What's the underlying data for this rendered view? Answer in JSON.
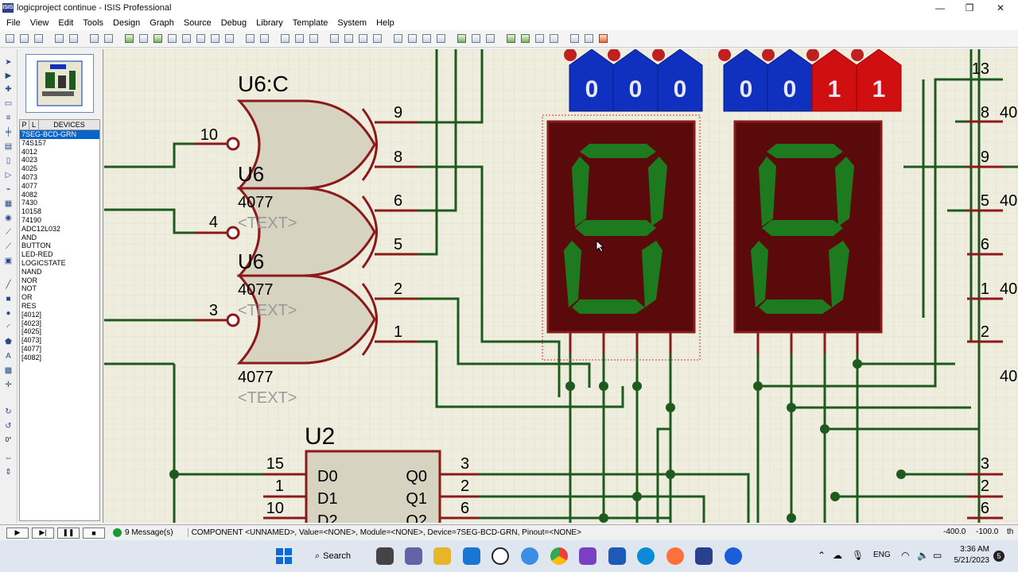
{
  "window": {
    "title": "logicproject continue - ISIS Professional",
    "app_badge": "ISIS"
  },
  "menu": [
    "File",
    "Edit",
    "View",
    "Tools",
    "Design",
    "Graph",
    "Source",
    "Debug",
    "Library",
    "Template",
    "System",
    "Help"
  ],
  "devices": {
    "tabs": [
      "P",
      "L",
      "DEVICES"
    ],
    "items": [
      "7SEG-BCD-GRN",
      "74S157",
      "4012",
      "4023",
      "4025",
      "4073",
      "4077",
      "4082",
      "7430",
      "10158",
      "74190",
      "ADC12L032",
      "AND",
      "BUTTON",
      "LED-RED",
      "LOGICSTATE",
      "NAND",
      "NOR",
      "NOT",
      "OR",
      "RES",
      "[4012]",
      "[4023]",
      "[4025]",
      "[4073]",
      "[4077]",
      "[4082]"
    ],
    "selected": "7SEG-BCD-GRN"
  },
  "rotation_label": "0°",
  "schematic": {
    "gate_title": "U6:C",
    "gate_label_partial": "U6",
    "gate_part": "4077",
    "text_placeholder": "<TEXT>",
    "pins_left": [
      "10",
      "4",
      "3"
    ],
    "pins_right": [
      "9",
      "8",
      "6",
      "5",
      "2",
      "1"
    ],
    "mux_title": "U2",
    "mux_pins_left": [
      "15",
      "1",
      "10"
    ],
    "mux_inputs": [
      "D0",
      "D1",
      "D2"
    ],
    "mux_outputs": [
      "Q0",
      "Q1",
      "Q2"
    ],
    "mux_pins_right": [
      "3",
      "2",
      "6"
    ],
    "logic_states": [
      "0",
      "0",
      "0",
      "0",
      "0",
      "1",
      "1"
    ],
    "right_pins": [
      "13",
      "8",
      "9",
      "5",
      "6",
      "1",
      "2",
      "3",
      "2",
      "6"
    ],
    "right_part_partial": [
      "40",
      "40",
      "40",
      "40",
      "40"
    ]
  },
  "status": {
    "messages": "9 Message(s)",
    "text": "COMPONENT <UNNAMED>, Value=<NONE>, Module=<NONE>, Device=7SEG-BCD-GRN, Pinout=<NONE>",
    "coord_x": "-400.0",
    "coord_y": "-100.0",
    "unit": "th"
  },
  "taskbar": {
    "search_label": "Search",
    "language": "ENG",
    "time": "3:36 AM",
    "date": "5/21/2023",
    "notifications": "5"
  },
  "colors": {
    "wire": "#1e5a1e",
    "pin": "#8b1a1a",
    "gate_fill": "#d6d3c0",
    "display_bg": "#5a0a0a",
    "segment_on": "#1e7a1e",
    "logic0": "#1030c0",
    "logic1": "#d01010"
  }
}
